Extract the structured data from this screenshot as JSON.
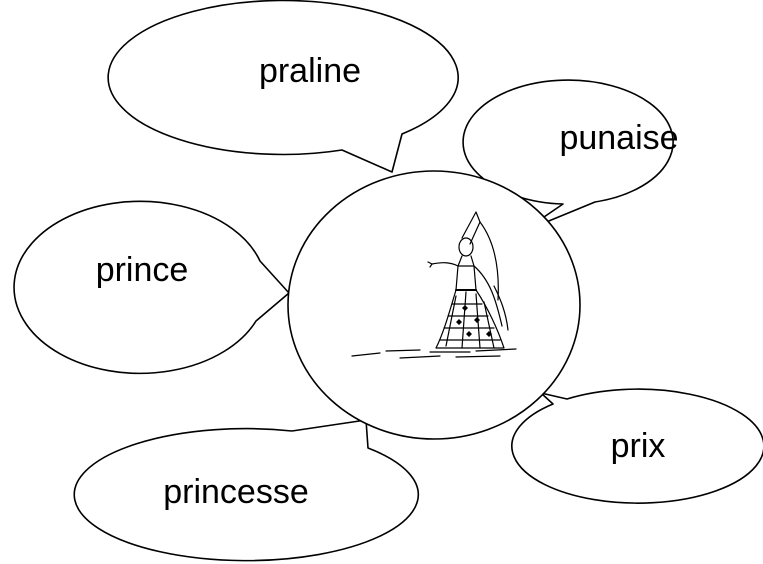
{
  "words": {
    "praline": "praline",
    "punaise": "punaise",
    "prince": "prince",
    "princesse": "princesse",
    "prix": "prix"
  },
  "center": {
    "icon": "princess-icon"
  }
}
